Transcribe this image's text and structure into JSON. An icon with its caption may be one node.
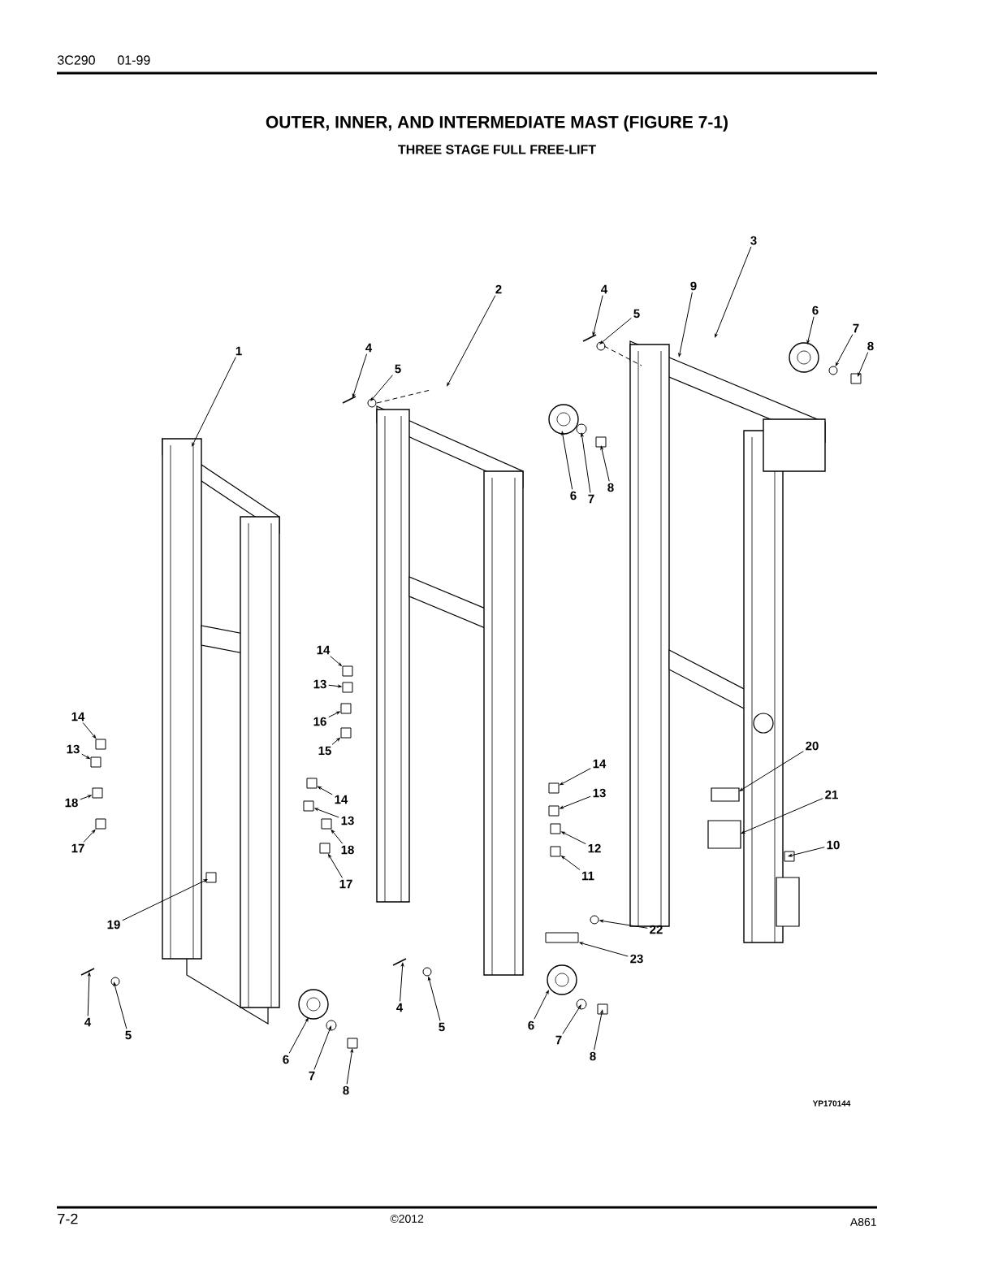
{
  "diagram": {
    "title": "OUTER, INNER, AND INTERMEDIATE MAST (FIGURE 7-1)",
    "nodes": [
      {
        "text": [
          "1"
        ]
      },
      {
        "text": [
          "2"
        ]
      },
      {
        "text": [
          "3"
        ]
      },
      {
        "text": [
          "4"
        ]
      },
      {
        "text": [
          "5"
        ]
      },
      {
        "text": [
          "4"
        ]
      },
      {
        "text": [
          "5"
        ]
      },
      {
        "text": [
          "9"
        ]
      },
      {
        "text": [
          "6"
        ]
      },
      {
        "text": [
          "7"
        ]
      },
      {
        "text": [
          "8"
        ]
      },
      {
        "text": [
          "6"
        ]
      },
      {
        "text": [
          "7"
        ]
      },
      {
        "text": [
          "8"
        ]
      },
      {
        "text": [
          "14"
        ]
      },
      {
        "text": [
          "13"
        ]
      },
      {
        "text": [
          "16"
        ]
      },
      {
        "text": [
          "15"
        ]
      },
      {
        "text": [
          "14"
        ]
      },
      {
        "text": [
          "13"
        ]
      },
      {
        "text": [
          "18"
        ]
      },
      {
        "text": [
          "17"
        ]
      },
      {
        "text": [
          "14"
        ]
      },
      {
        "text": [
          "13"
        ]
      },
      {
        "text": [
          "18"
        ]
      },
      {
        "text": [
          "17"
        ]
      },
      {
        "text": [
          "19"
        ]
      },
      {
        "text": [
          "4"
        ]
      },
      {
        "text": [
          "5"
        ]
      },
      {
        "text": [
          "6"
        ]
      },
      {
        "text": [
          "7"
        ]
      },
      {
        "text": [
          "8"
        ]
      },
      {
        "text": [
          "4"
        ]
      },
      {
        "text": [
          "5"
        ]
      },
      {
        "text": [
          "14"
        ]
      },
      {
        "text": [
          "13"
        ]
      },
      {
        "text": [
          "12"
        ]
      },
      {
        "text": [
          "11"
        ]
      },
      {
        "text": [
          "20"
        ]
      },
      {
        "text": [
          "21"
        ]
      },
      {
        "text": [
          "10"
        ]
      },
      {
        "text": [
          "22"
        ]
      },
      {
        "text": [
          "23"
        ]
      },
      {
        "text": [
          "6"
        ]
      },
      {
        "text": [
          "7"
        ]
      },
      {
        "text": [
          "8"
        ]
      },
      {
        "text": [],
        "shape": "box"
      },
      {
        "text": [],
        "shape": "box"
      },
      {
        "text": [],
        "shape": "box"
      },
      {
        "text": [],
        "shape": "box"
      },
      {
        "text": [],
        "shape": "box"
      },
      {
        "text": [],
        "shape": "circle"
      },
      {
        "text": [],
        "shape": "box"
      },
      {
        "text": [],
        "shape": "circle"
      },
      {
        "text": [],
        "shape": "circle"
      },
      {
        "text": [],
        "shape": "box"
      },
      {
        "text": [],
        "shape": "box"
      },
      {
        "text": [],
        "shape": "box"
      },
      {
        "text": [],
        "shape": "box"
      },
      {
        "text": [],
        "shape": "box"
      },
      {
        "text": [],
        "shape": "box"
      },
      {
        "text": [],
        "shape": "box"
      },
      {
        "text": [],
        "shape": "box"
      },
      {
        "text": [],
        "shape": "box"
      },
      {
        "text": [],
        "shape": "box"
      },
      {
        "text": [],
        "shape": "box"
      }
    ],
    "edges": [
      {
        "from": 0,
        "to": null,
        "arrow": "to"
      },
      {
        "from": 1,
        "to": null,
        "arrow": "to"
      },
      {
        "from": 2,
        "to": null,
        "arrow": "to"
      },
      {
        "from": 3,
        "to": null,
        "arrow": "to"
      },
      {
        "from": 4,
        "to": null,
        "arrow": "to"
      },
      {
        "from": 5,
        "to": null,
        "arrow": "to"
      },
      {
        "from": 6,
        "to": null,
        "arrow": "to"
      },
      {
        "from": 7,
        "to": null,
        "arrow": "to"
      },
      {
        "from": 8,
        "to": null,
        "arrow": "to"
      },
      {
        "from": 9,
        "to": 54,
        "arrow": "to"
      },
      {
        "from": 10,
        "to": null,
        "arrow": "to"
      },
      {
        "from": 11,
        "to": null,
        "arrow": "to"
      },
      {
        "from": 12,
        "to": null,
        "arrow": "to"
      },
      {
        "from": 13,
        "to": null,
        "arrow": "to"
      },
      {
        "from": 14,
        "to": 50,
        "arrow": "to"
      },
      {
        "from": 15,
        "to": 62,
        "arrow": "to"
      },
      {
        "from": 16,
        "to": 63,
        "arrow": "to"
      },
      {
        "from": 17,
        "to": 49,
        "arrow": "to"
      },
      {
        "from": 18,
        "to": 46,
        "arrow": "to"
      },
      {
        "from": 19,
        "to": 59,
        "arrow": "to"
      },
      {
        "from": 20,
        "to": 60,
        "arrow": "to"
      },
      {
        "from": 21,
        "to": 61,
        "arrow": "to"
      },
      {
        "from": 22,
        "to": 64,
        "arrow": "to"
      },
      {
        "from": 23,
        "to": 65,
        "arrow": "to"
      },
      {
        "from": 24,
        "to": 48,
        "arrow": "to"
      },
      {
        "from": 25,
        "to": 47,
        "arrow": "to"
      },
      {
        "from": 26,
        "to": null,
        "arrow": "to"
      },
      {
        "from": 27,
        "to": null,
        "arrow": "to"
      },
      {
        "from": 28,
        "to": null,
        "arrow": "to"
      },
      {
        "from": 29,
        "to": null,
        "arrow": "to"
      },
      {
        "from": 30,
        "to": null,
        "arrow": "to"
      },
      {
        "from": 31,
        "to": null,
        "arrow": "to"
      },
      {
        "from": 32,
        "to": null,
        "arrow": "to"
      },
      {
        "from": 33,
        "to": 51,
        "arrow": "to"
      },
      {
        "from": 34,
        "to": 52,
        "arrow": "to"
      },
      {
        "from": 35,
        "to": 55,
        "arrow": "to"
      },
      {
        "from": 36,
        "to": 57,
        "arrow": "to"
      },
      {
        "from": 37,
        "to": 58,
        "arrow": "to"
      },
      {
        "from": 38,
        "to": null,
        "arrow": "to"
      },
      {
        "from": 39,
        "to": null,
        "arrow": "to"
      },
      {
        "from": 40,
        "to": null,
        "arrow": "to"
      },
      {
        "from": 41,
        "to": 53,
        "arrow": "to"
      },
      {
        "from": 42,
        "to": 56,
        "arrow": "to"
      },
      {
        "from": 43,
        "to": null,
        "arrow": "to"
      },
      {
        "from": 44,
        "to": null,
        "arrow": "to"
      },
      {
        "from": 45,
        "to": null,
        "arrow": "to"
      }
    ],
    "labels": [
      "3C290",
      "01-99",
      "THREE STAGE FULL FREE-LIFT",
      "YP170144",
      "7-2",
      "©2012",
      "A861"
    ]
  }
}
